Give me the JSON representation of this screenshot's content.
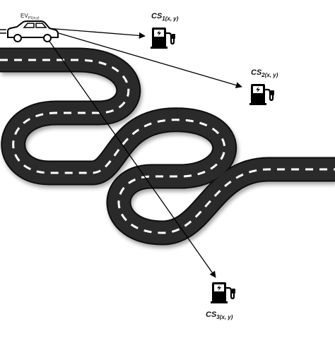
{
  "ev": {
    "main": "EV",
    "sub": "P1(x,y)"
  },
  "stations": [
    {
      "main": "CS",
      "sub": "1(x, y)"
    },
    {
      "main": "CS",
      "sub": "2(x, y)"
    },
    {
      "main": "CS",
      "sub": "3(x, y)"
    }
  ],
  "colors": {
    "road": "#2b2b2b",
    "road_edge": "#111111",
    "lane": "#ffffff",
    "arrow": "#000000",
    "pump": "#000000"
  },
  "icons": {
    "vehicle": "car-icon",
    "station": "charging-pump-icon"
  }
}
